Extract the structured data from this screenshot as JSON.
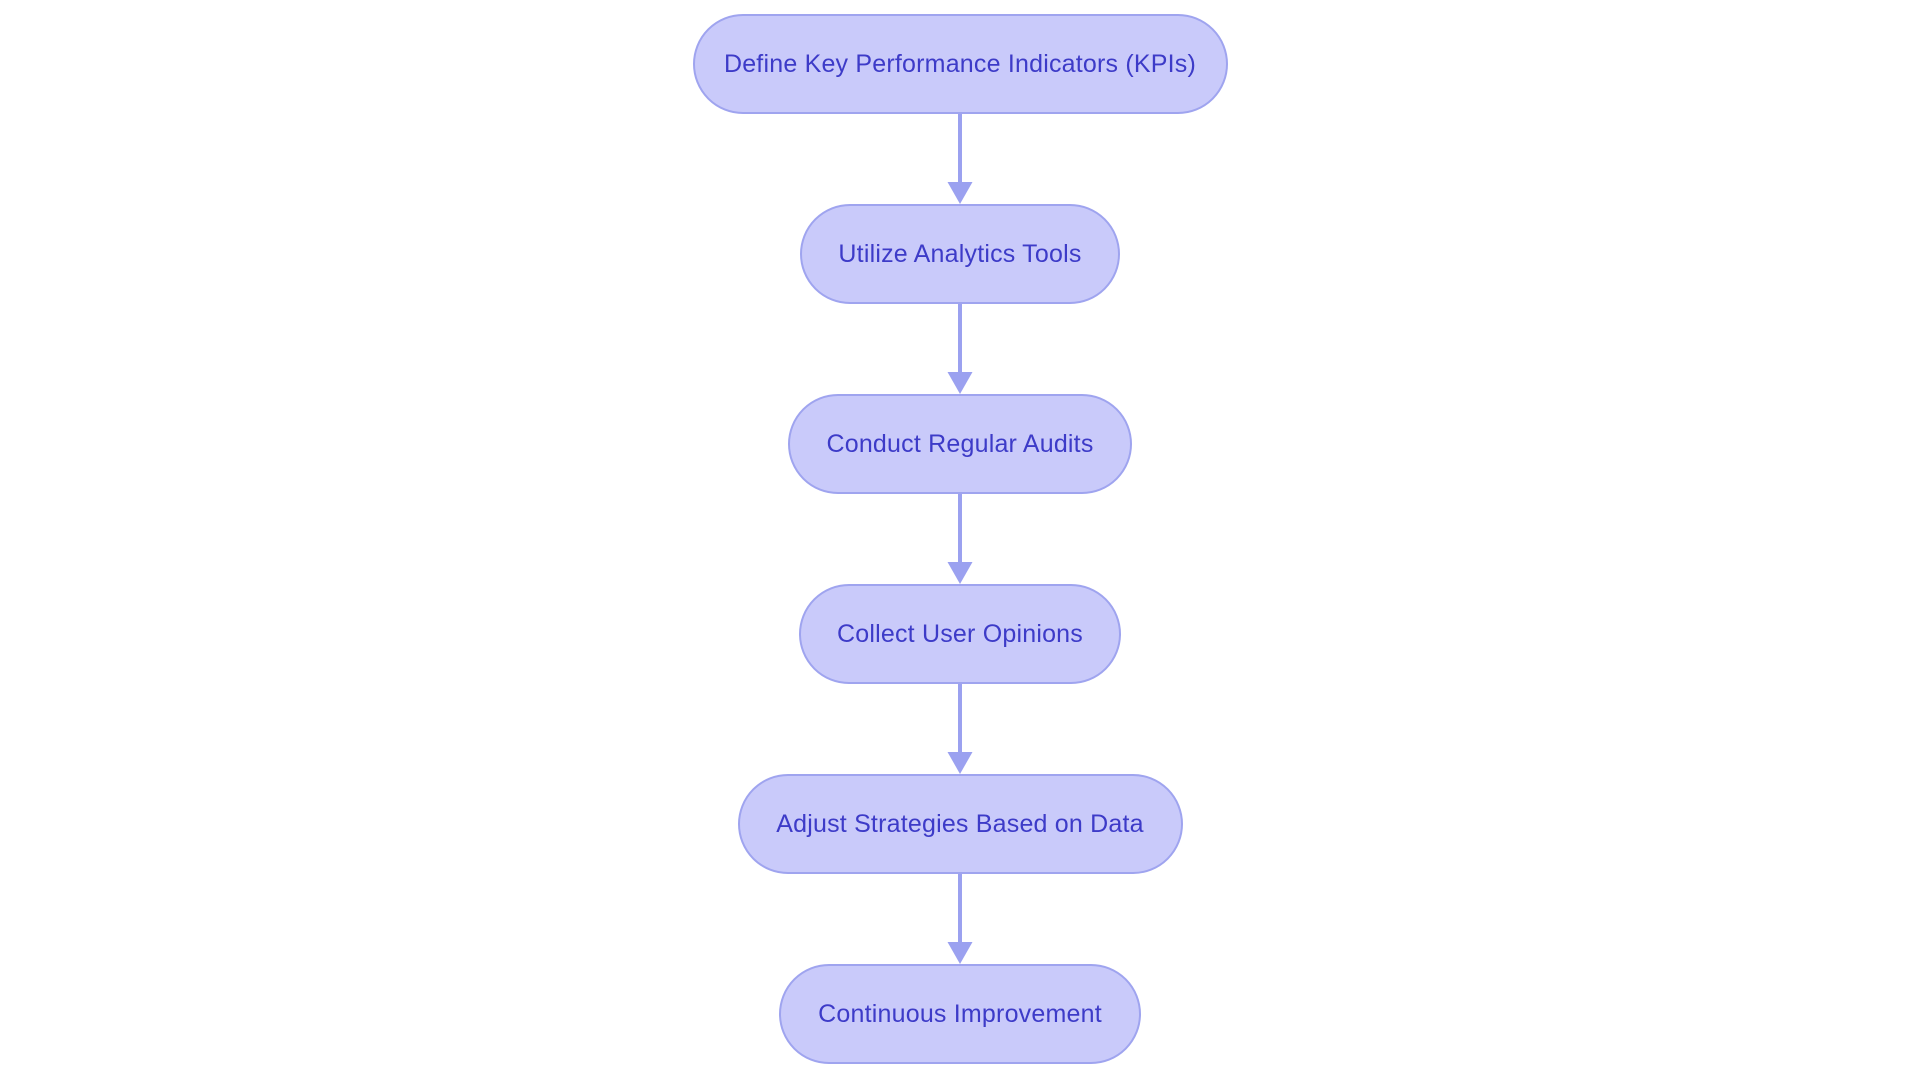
{
  "flowchart": {
    "type": "vertical-flow",
    "colors": {
      "background": "#ffffff",
      "node_fill": "#c9cafa",
      "node_border": "#9fa4ef",
      "node_text": "#3d3bc8",
      "arrow": "#9ba1f0"
    },
    "nodes": [
      {
        "label": "Define Key Performance Indicators (KPIs)"
      },
      {
        "label": "Utilize Analytics Tools"
      },
      {
        "label": "Conduct Regular Audits"
      },
      {
        "label": "Collect User Opinions"
      },
      {
        "label": "Adjust Strategies Based on Data"
      },
      {
        "label": "Continuous Improvement"
      }
    ],
    "connections": [
      {
        "from": 0,
        "to": 1
      },
      {
        "from": 1,
        "to": 2
      },
      {
        "from": 2,
        "to": 3
      },
      {
        "from": 3,
        "to": 4
      },
      {
        "from": 4,
        "to": 5
      }
    ]
  }
}
